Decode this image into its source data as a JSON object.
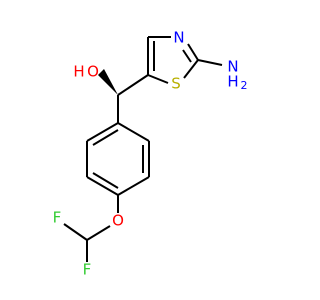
{
  "atoms": {
    "o_hydroxyl": {
      "symbol": "O",
      "hydrogen": "H",
      "color": "#ff0000"
    },
    "n_ring": {
      "symbol": "N",
      "color": "#0000ff"
    },
    "s_ring": {
      "symbol": "S",
      "color": "#b8b000"
    },
    "n_amine": {
      "symbol": "N",
      "hydrogen": "H",
      "hcount": "2",
      "color": "#0000ff"
    },
    "o_ether": {
      "symbol": "O",
      "color": "#ff0000"
    },
    "f_upper": {
      "symbol": "F",
      "color": "#33cc33"
    },
    "f_lower": {
      "symbol": "F",
      "color": "#33cc33"
    }
  },
  "stereo": {
    "chiral_center": "wedge-bond-to-OH"
  }
}
